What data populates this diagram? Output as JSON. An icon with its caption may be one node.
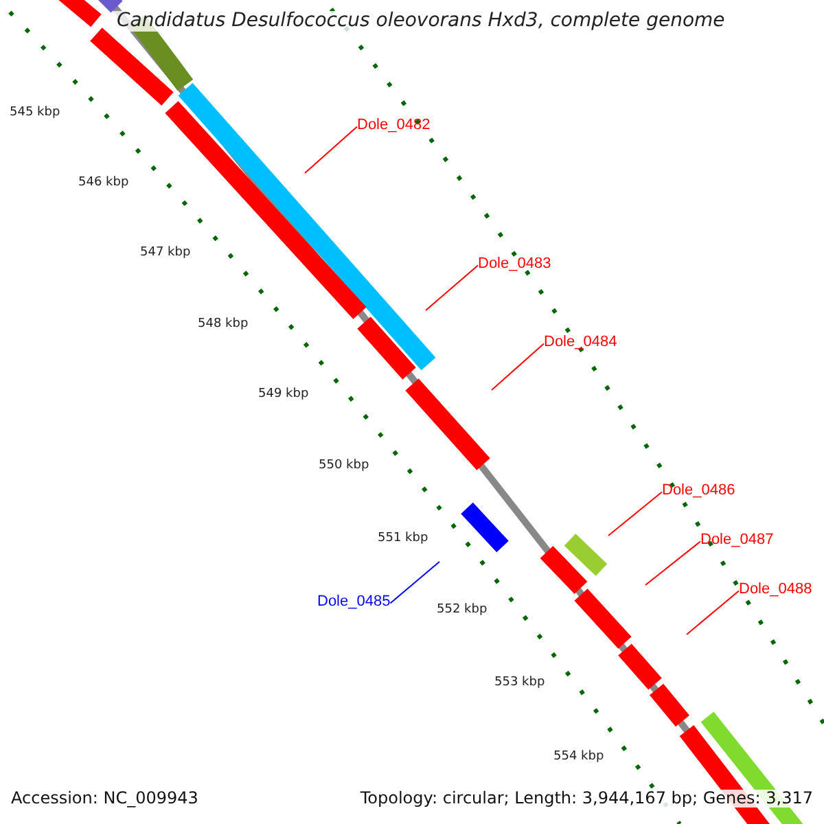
{
  "diagram": {
    "title": "Candidatus Desulfococcus oleovorans Hxd3, complete genome",
    "nodes": [
      {
        "text": [
          "Dole_0482"
        ]
      },
      {
        "text": [
          "Dole_0483"
        ]
      },
      {
        "text": [
          "Dole_0484"
        ]
      },
      {
        "text": [
          "Dole_0486"
        ]
      },
      {
        "text": [
          "Dole_0487"
        ]
      },
      {
        "text": [
          "Dole_0488"
        ]
      },
      {
        "text": [
          "Dole_0485"
        ]
      }
    ],
    "edges": [
      {
        "from": 0,
        "to": null,
        "arrow": "none"
      },
      {
        "from": 1,
        "to": null,
        "arrow": "none"
      },
      {
        "from": 2,
        "to": null,
        "arrow": "none"
      },
      {
        "from": 3,
        "to": null,
        "arrow": "none"
      },
      {
        "from": 4,
        "to": null,
        "arrow": "none"
      },
      {
        "from": 5,
        "to": null,
        "arrow": "none"
      },
      {
        "from": 6,
        "to": null,
        "arrow": "none",
        "color": "#0000ff"
      }
    ],
    "labels": [
      "545 kbp",
      "546 kbp",
      "547 kbp",
      "548 kbp",
      "549 kbp",
      "550 kbp",
      "551 kbp",
      "552 kbp",
      "553 kbp",
      "554 kbp",
      "Accession: NC_009943",
      "Topology: circular; Length: 3,944,167 bp; Genes: 3,317"
    ]
  }
}
